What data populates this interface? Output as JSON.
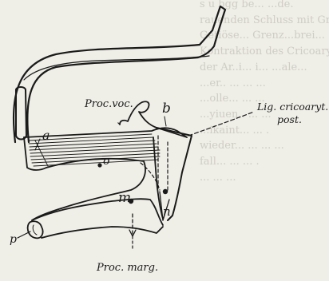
{
  "figure": {
    "labels": {
      "a": "a",
      "proc_voc": "Proc.voc.",
      "b": "b",
      "lig_line1": "Lig. cricoaryt.",
      "lig_line2": "post.",
      "o": "o",
      "m": "m",
      "n": "n",
      "p": "p",
      "proc_marg": "Proc. marg."
    },
    "background_text": "s u bgg be... ...de.\nrauenden Schluss mit Gro\nGetiöse... Grenz...brei...\nKontraktion des Cricoary\nder Ar..i... i... ...ale...\n...er.. ... ... ...\n...olle... ... ...\n...yiuen.. ... ...\n...ikaint... ... .\nwieder... ... ... ...\nfall... ... ... .\n... ... ..."
  }
}
